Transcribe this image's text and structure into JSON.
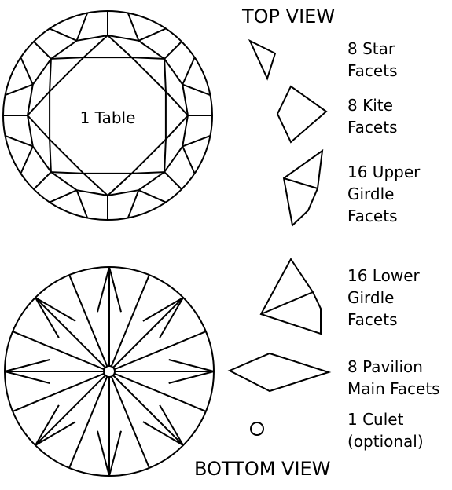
{
  "views": {
    "top_title": "TOP VIEW",
    "bottom_title": "BOTTOM VIEW",
    "table_label": "1 Table"
  },
  "legend": [
    {
      "lines": [
        "8 Star",
        "Facets"
      ]
    },
    {
      "lines": [
        "8 Kite",
        "Facets"
      ]
    },
    {
      "lines": [
        "16 Upper",
        "Girdle",
        "Facets"
      ]
    },
    {
      "lines": [
        "16 Lower",
        "Girdle",
        "Facets"
      ]
    },
    {
      "lines": [
        "8 Pavilion",
        "Main Facets"
      ]
    },
    {
      "lines": [
        "1 Culet",
        "(optional)"
      ]
    }
  ],
  "colors": {
    "stroke": "#000000",
    "background": "#ffffff"
  }
}
